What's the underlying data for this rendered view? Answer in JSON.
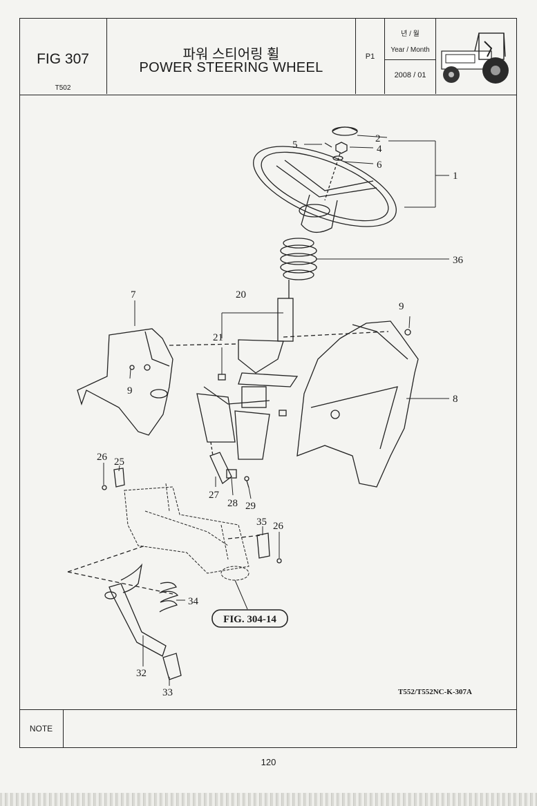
{
  "header": {
    "fig_number": "FIG 307",
    "model": "T502",
    "title_ko": "파워 스티어링 휠",
    "title_en": "POWER STEERING WHEEL",
    "page_code": "P1",
    "date_label_ko": "년 / 월",
    "date_label_en": "Year / Month",
    "date_value": "2008 / 01",
    "thumbnail_icon": "tractor-icon"
  },
  "callouts": {
    "c1": "1",
    "c2": "2",
    "c4": "4",
    "c5": "5",
    "c6": "6",
    "c7": "7",
    "c8": "8",
    "c9a": "9",
    "c9b": "9",
    "c20": "20",
    "c21": "21",
    "c25": "25",
    "c26a": "26",
    "c26b": "26",
    "c27": "27",
    "c28": "28",
    "c29": "29",
    "c32": "32",
    "c33": "33",
    "c34": "34",
    "c35": "35",
    "c36": "36"
  },
  "figure_reference": "FIG. 304-14",
  "drawing_code": "T552/T552NC-K-307A",
  "note_label": "NOTE",
  "page_number": "120"
}
